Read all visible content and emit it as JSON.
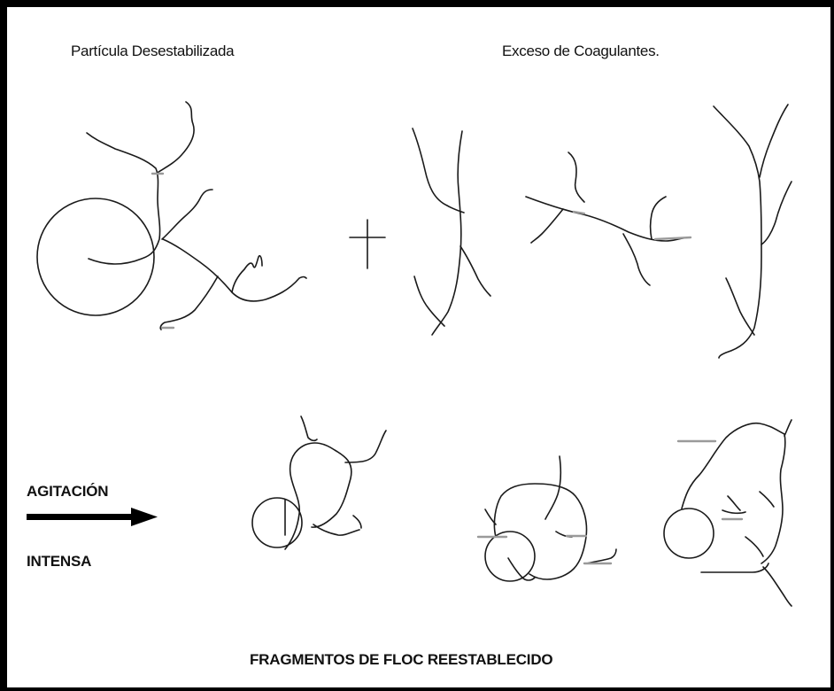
{
  "labels": {
    "destabilized_particle": "Partícula Desestabilizada",
    "coagulant_excess": "Exceso de Coagulantes.",
    "agitation_line1": "AGITACIÓN",
    "agitation_line2": "INTENSA",
    "reformed_floc_caption": "FRAGMENTOS DE FLOC REESTABLECIDO"
  },
  "symbols": {
    "plus": "+",
    "arrow": "right-arrow"
  },
  "colors": {
    "ink": "#1a1a1a",
    "border": "#000000",
    "bridge_segment": "#9a9a9a",
    "background": "#ffffff"
  }
}
